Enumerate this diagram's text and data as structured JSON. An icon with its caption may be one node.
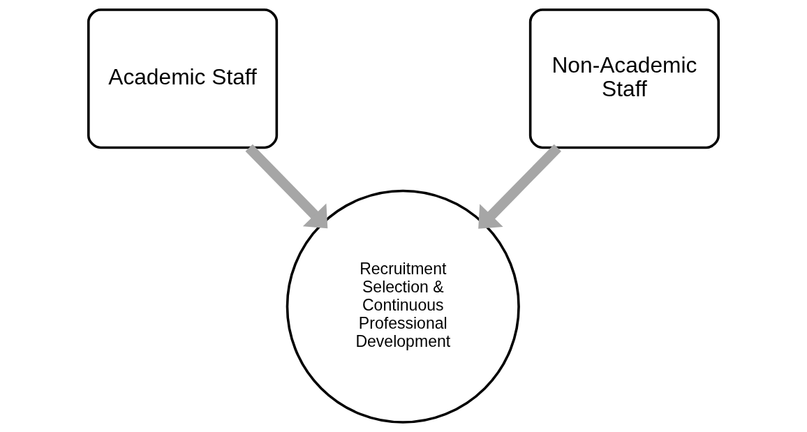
{
  "diagram": {
    "nodes": [
      {
        "text": [
          "Academic Staff"
        ]
      },
      {
        "text": [
          "Non-Academic Staff"
        ]
      },
      {
        "text": [
          "Recruitment Selection & Continuous Professional Development"
        ]
      }
    ],
    "edges": [
      {
        "from": 0,
        "to": 2,
        "arrow": "to"
      },
      {
        "from": 1,
        "to": 2,
        "arrow": "to"
      }
    ]
  }
}
